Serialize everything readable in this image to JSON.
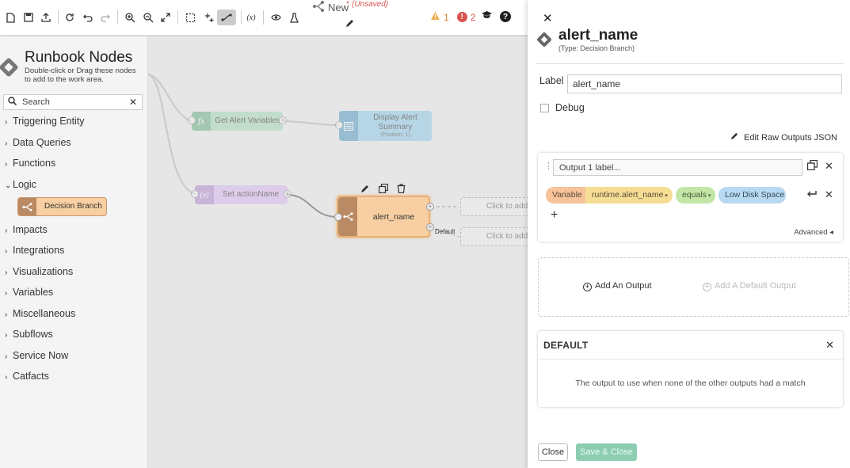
{
  "toolbar": {
    "icons": [
      "new-icon",
      "save-icon",
      "export-icon",
      "refresh-icon",
      "undo-icon",
      "redo-icon",
      "zoom-in-icon",
      "zoom-out-icon",
      "fit-icon",
      "select-icon",
      "auto-layout-icon",
      "connect-icon",
      "variables-icon",
      "preview-icon",
      "test-icon"
    ],
    "variables_glyph": "(x)",
    "workflow_name": "New",
    "unsaved_marker": "*",
    "unsaved_label": "(Unsaved)",
    "warning_count": "1",
    "error_count": "2"
  },
  "palette": {
    "title": "Runbook Nodes",
    "subtitle": "Double-click or Drag these nodes to add to the work area.",
    "search_placeholder": "Search",
    "categories": [
      {
        "label": "Triggering Entity",
        "expanded": false
      },
      {
        "label": "Data Queries",
        "expanded": false
      },
      {
        "label": "Functions",
        "expanded": false
      },
      {
        "label": "Logic",
        "expanded": true
      },
      {
        "label": "Impacts",
        "expanded": false
      },
      {
        "label": "Integrations",
        "expanded": false
      },
      {
        "label": "Visualizations",
        "expanded": false
      },
      {
        "label": "Variables",
        "expanded": false
      },
      {
        "label": "Miscellaneous",
        "expanded": false
      },
      {
        "label": "Subflows",
        "expanded": false
      },
      {
        "label": "Service Now",
        "expanded": false
      },
      {
        "label": "Catfacts",
        "expanded": false
      }
    ],
    "logic_node": "Decision Branch"
  },
  "canvas": {
    "nodes": {
      "get_alert_vars": "Get Alert Variables",
      "get_alert_vars_glyph": "fx",
      "display_alert": "Display Alert Summary",
      "display_alert_sub": "(Position: 1)",
      "set_action": "Set actionName",
      "set_action_glyph": "(x)",
      "alert_name": "alert_name"
    },
    "placeholder_label": "Click to add",
    "default_port_label": "Default"
  },
  "panel": {
    "title": "alert_name",
    "type_label": "(Type: Decision Branch)",
    "label_caption": "Label",
    "label_value": "alert_name",
    "debug_label": "Debug",
    "debug_checked": false,
    "edit_raw_label": "Edit Raw Outputs JSON",
    "output": {
      "label_placeholder": "Output 1 label...",
      "condition": {
        "source": "Variable",
        "path": "runtime.alert_name",
        "operator": "equals",
        "value": "Low Disk Space"
      },
      "advanced_label": "Advanced"
    },
    "add_output_label": "Add An Output",
    "add_default_output_label": "Add A Default Output",
    "default_card": {
      "title": "DEFAULT",
      "description": "The output to use when none of the other outputs had a match"
    },
    "close_button": "Close",
    "save_close_button": "Save & Close"
  }
}
